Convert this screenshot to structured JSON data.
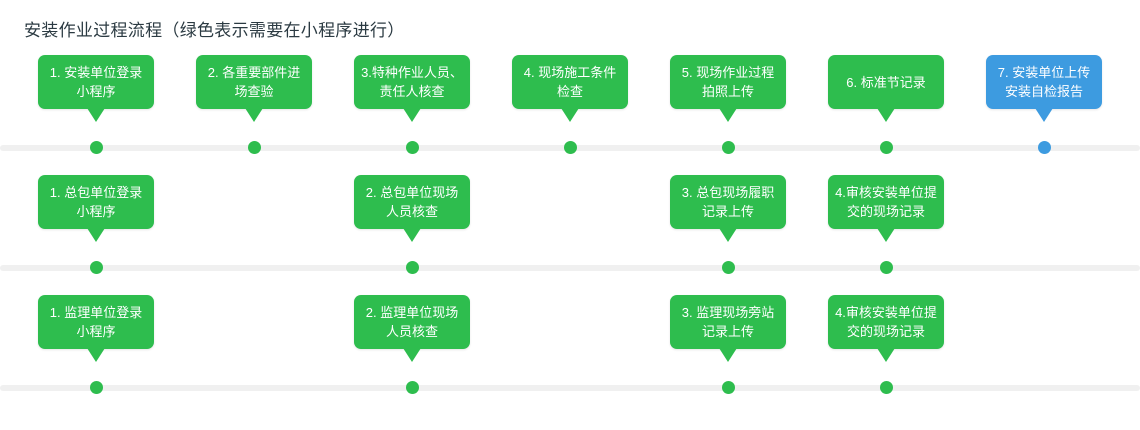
{
  "page": {
    "title": "安装作业过程流程（绿色表示需要在小程序进行）",
    "background_color": "#ffffff",
    "green": "#2EBD4E",
    "blue": "#3D9BE0",
    "line_color": "#f0f0f0"
  },
  "columns": 7,
  "rows": [
    {
      "name": "installation-unit-row",
      "nodes": [
        {
          "column": 1,
          "label": "1. 安装单位登录小程序",
          "color": "green"
        },
        {
          "column": 2,
          "label": "2. 各重要部件进场查验",
          "color": "green"
        },
        {
          "column": 3,
          "label": "3.特种作业人员、责任人核查",
          "color": "green"
        },
        {
          "column": 4,
          "label": "4. 现场施工条件检查",
          "color": "green"
        },
        {
          "column": 5,
          "label": "5. 现场作业过程拍照上传",
          "color": "green"
        },
        {
          "column": 6,
          "label": "6. 标准节记录",
          "color": "green"
        },
        {
          "column": 7,
          "label": "7. 安装单位上传安装自检报告",
          "color": "blue"
        }
      ]
    },
    {
      "name": "general-contractor-row",
      "nodes": [
        {
          "column": 1,
          "label": "1. 总包单位登录小程序",
          "color": "green"
        },
        {
          "column": 3,
          "label": "2. 总包单位现场人员核查",
          "color": "green"
        },
        {
          "column": 5,
          "label": "3. 总包现场履职记录上传",
          "color": "green"
        },
        {
          "column": 6,
          "label": "4.审核安装单位提交的现场记录",
          "color": "green"
        }
      ]
    },
    {
      "name": "supervision-unit-row",
      "nodes": [
        {
          "column": 1,
          "label": "1. 监理单位登录小程序",
          "color": "green"
        },
        {
          "column": 3,
          "label": "2. 监理单位现场人员核查",
          "color": "green"
        },
        {
          "column": 5,
          "label": "3. 监理现场旁站记录上传",
          "color": "green"
        },
        {
          "column": 6,
          "label": "4.审核安装单位提交的现场记录",
          "color": "green"
        }
      ]
    }
  ]
}
